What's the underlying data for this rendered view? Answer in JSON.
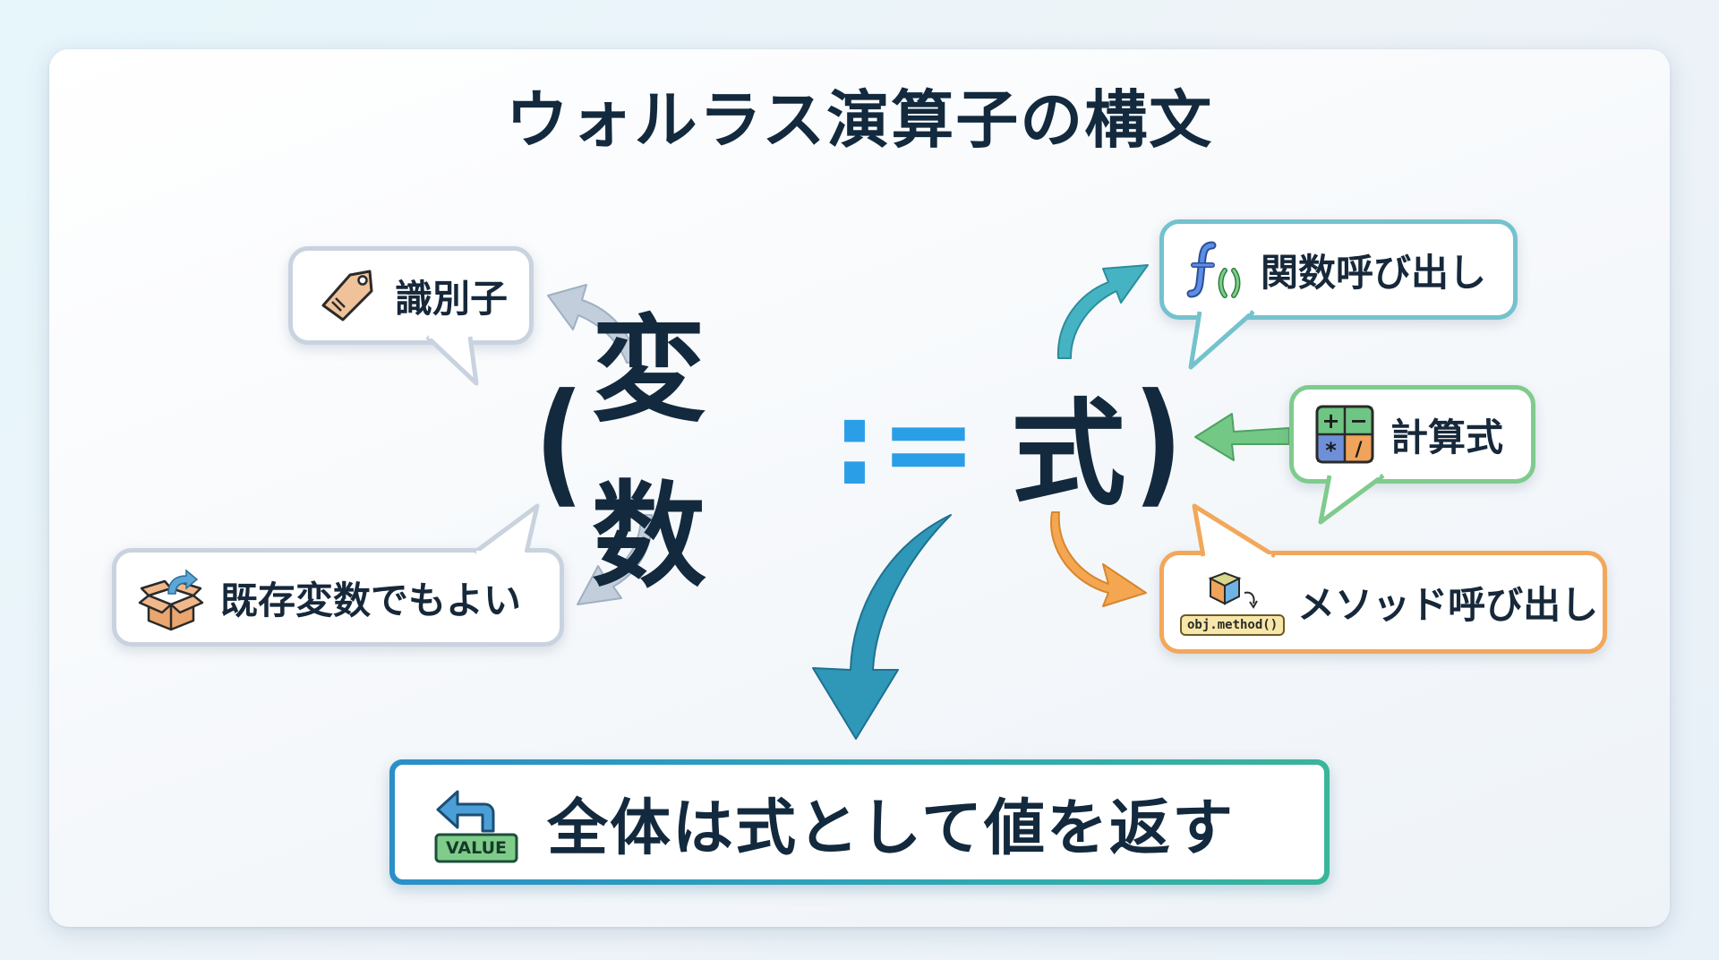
{
  "title": "ウォルラス演算子の構文",
  "formula": {
    "open_paren": "(",
    "variable": "変数",
    "operator": ":=",
    "expression": "式",
    "close_paren": ")"
  },
  "left_bubbles": [
    {
      "id": "identifier",
      "icon": "tag-icon",
      "label": "識別子",
      "border_color": "#c9d3df"
    },
    {
      "id": "existing-variable",
      "icon": "open-box-icon",
      "label": "既存変数でもよい",
      "border_color": "#c9d3df"
    }
  ],
  "right_bubbles": [
    {
      "id": "function-call",
      "icon": "function-icon",
      "icon_text": "f()",
      "label": "関数呼び出し",
      "border_color": "#74c2cd"
    },
    {
      "id": "calculation",
      "icon": "calculator-icon",
      "icon_symbols": [
        "+",
        "−",
        "*",
        "/"
      ],
      "label": "計算式",
      "border_color": "#7fcb8d"
    },
    {
      "id": "method-call",
      "icon": "cube-method-icon",
      "icon_text": "obj.method()",
      "label": "メソッド呼び出し",
      "border_color": "#f2a85a"
    }
  ],
  "result": {
    "icon": "return-arrow-icon",
    "icon_text": "VALUE",
    "label": "全体は式として値を返す"
  },
  "colors": {
    "text": "#13293d",
    "operator": "#2a9fe8",
    "arrow_gray": "#b7c4d2",
    "arrow_teal": "#3fa9b8",
    "arrow_green": "#6cc47f",
    "arrow_orange": "#f0a04b",
    "arrow_blue": "#2d8fb0"
  }
}
